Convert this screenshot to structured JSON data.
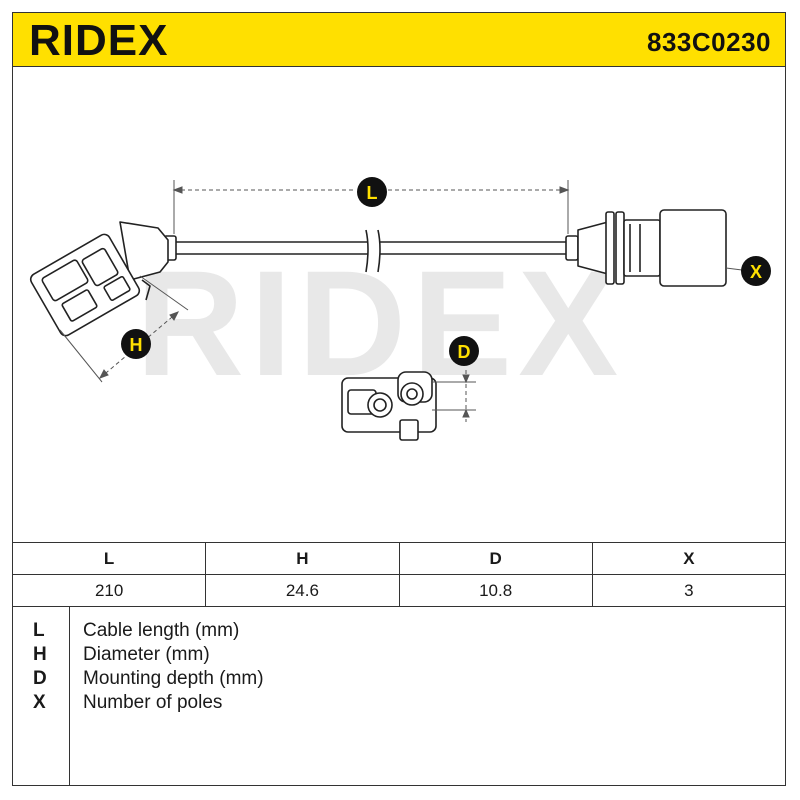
{
  "header": {
    "brand": "RIDEX",
    "part_number": "833C0230"
  },
  "drawing": {
    "watermark": "RIDEX",
    "dimension_markers": [
      "L",
      "H",
      "D",
      "X"
    ]
  },
  "dimensions_table": {
    "columns": [
      "L",
      "H",
      "D",
      "X"
    ],
    "values": [
      "210",
      "24.6",
      "10.8",
      "3"
    ]
  },
  "legend": [
    {
      "key": "L",
      "text": "Cable length (mm)"
    },
    {
      "key": "H",
      "text": "Diameter (mm)"
    },
    {
      "key": "D",
      "text": "Mounting depth (mm)"
    },
    {
      "key": "X",
      "text": "Number of poles"
    }
  ],
  "colors": {
    "header_bg": "#ffe000",
    "marker_bg": "#111111",
    "marker_text": "#ffe000",
    "watermark": "#e6e6e6"
  }
}
